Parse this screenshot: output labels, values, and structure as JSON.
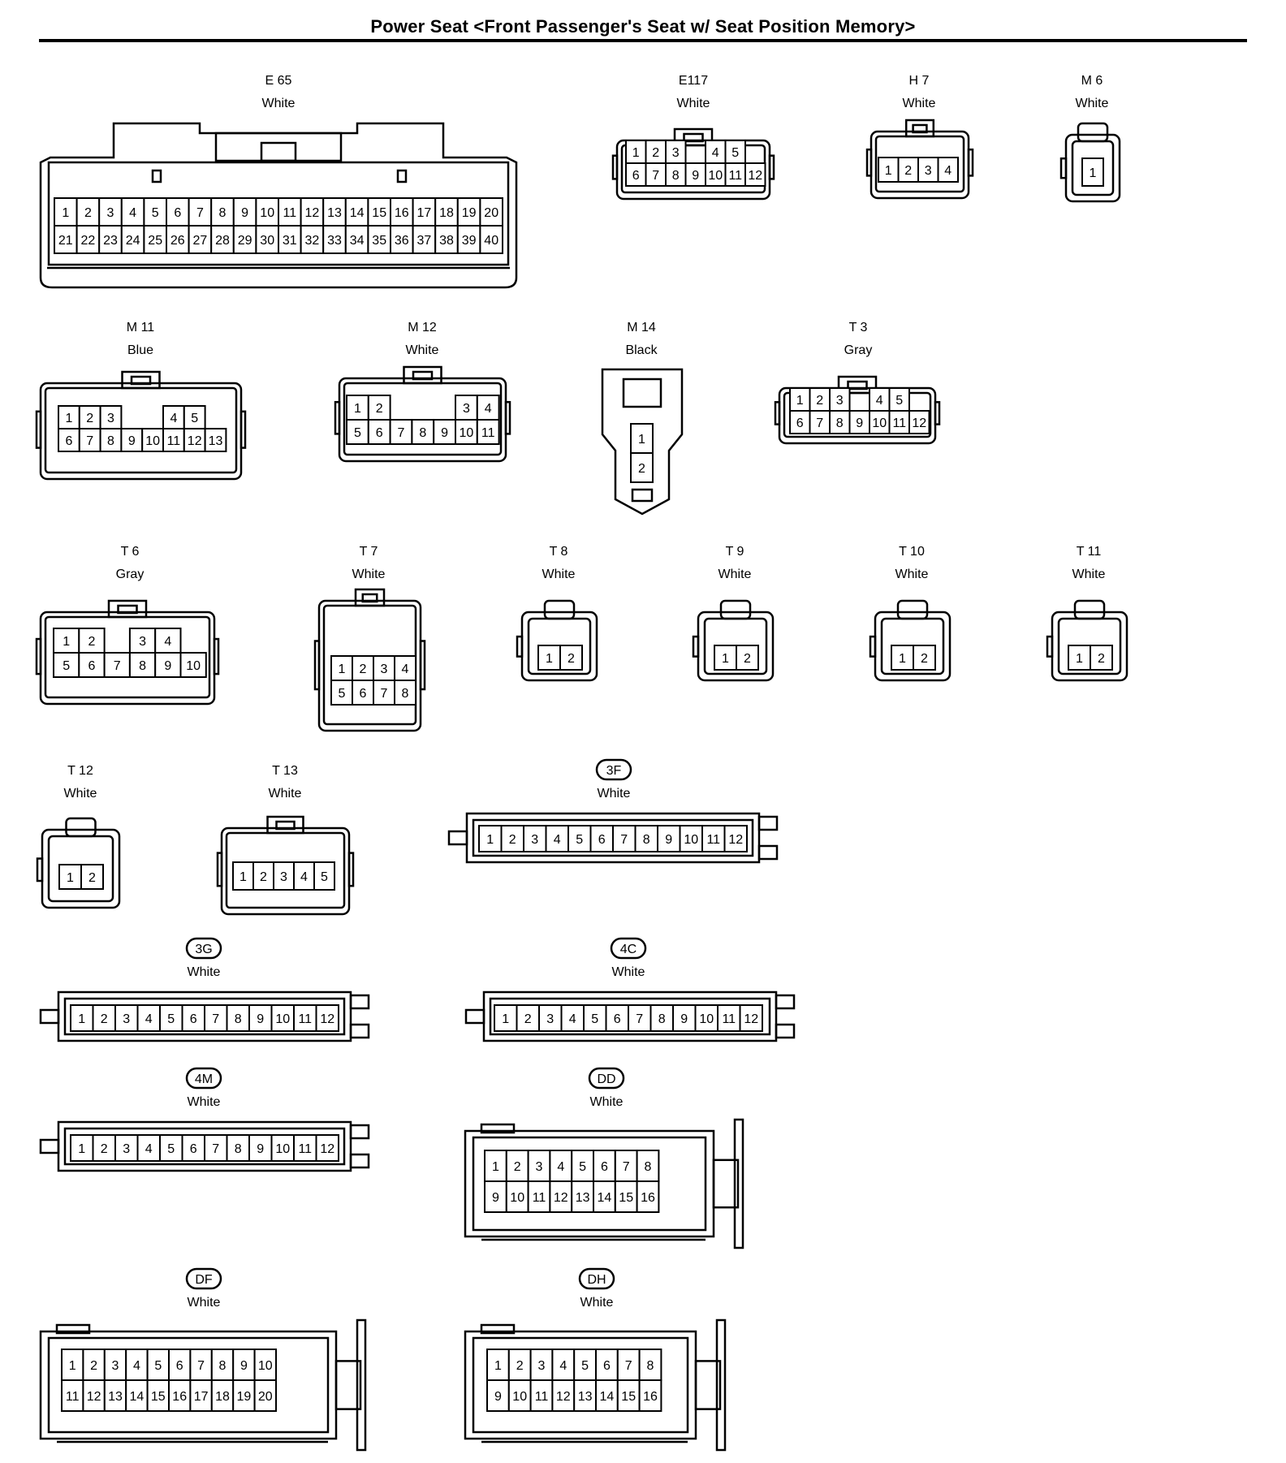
{
  "title": "Power Seat <Front Passenger's Seat w/ Seat Position Memory>",
  "connectors": [
    {
      "id": "E 65",
      "color": "White",
      "style": "big",
      "oval": false,
      "rows": [
        [
          "1",
          "2",
          "3",
          "4",
          "5",
          "6",
          "7",
          "8",
          "9",
          "10",
          "11",
          "12",
          "13",
          "14",
          "15",
          "16",
          "17",
          "18",
          "19",
          "20"
        ],
        [
          "21",
          "22",
          "23",
          "24",
          "25",
          "26",
          "27",
          "28",
          "29",
          "30",
          "31",
          "32",
          "33",
          "34",
          "35",
          "36",
          "37",
          "38",
          "39",
          "40"
        ]
      ]
    },
    {
      "id": "E117",
      "color": "White",
      "style": "mid",
      "oval": false,
      "rows": [
        [
          "1",
          "2",
          "3",
          "",
          "4",
          "5"
        ],
        [
          "6",
          "7",
          "8",
          "9",
          "10",
          "11",
          "12"
        ]
      ]
    },
    {
      "id": "H 7",
      "color": "White",
      "style": "mid",
      "oval": false,
      "rows": [
        [
          "1",
          "2",
          "3",
          "4"
        ]
      ]
    },
    {
      "id": "M 6",
      "color": "White",
      "style": "small",
      "oval": false,
      "rows": [
        [
          "1"
        ]
      ]
    },
    {
      "id": "M 11",
      "color": "Blue",
      "style": "mid",
      "oval": false,
      "rows": [
        [
          "1",
          "2",
          "3",
          "",
          "",
          "4",
          "5"
        ],
        [
          "6",
          "7",
          "8",
          "9",
          "10",
          "11",
          "12",
          "13"
        ]
      ]
    },
    {
      "id": "M 12",
      "color": "White",
      "style": "mid",
      "oval": false,
      "rows": [
        [
          "1",
          "2",
          "",
          "",
          "",
          "3",
          "4"
        ],
        [
          "5",
          "6",
          "7",
          "8",
          "9",
          "10",
          "11"
        ]
      ]
    },
    {
      "id": "M 14",
      "color": "Black",
      "style": "vertical",
      "oval": false,
      "rows": [
        [
          "1"
        ],
        [
          "2"
        ]
      ]
    },
    {
      "id": "T 3",
      "color": "Gray",
      "style": "mid",
      "oval": false,
      "rows": [
        [
          "1",
          "2",
          "3",
          "",
          "4",
          "5"
        ],
        [
          "6",
          "7",
          "8",
          "9",
          "10",
          "11",
          "12"
        ]
      ]
    },
    {
      "id": "T 6",
      "color": "Gray",
      "style": "mid",
      "oval": false,
      "rows": [
        [
          "1",
          "2",
          "",
          "3",
          "4"
        ],
        [
          "5",
          "6",
          "7",
          "8",
          "9",
          "10"
        ]
      ]
    },
    {
      "id": "T 7",
      "color": "White",
      "style": "mid",
      "oval": false,
      "rows": [
        [
          "1",
          "2",
          "3",
          "4"
        ],
        [
          "5",
          "6",
          "7",
          "8"
        ]
      ]
    },
    {
      "id": "T 8",
      "color": "White",
      "style": "small",
      "oval": false,
      "rows": [
        [
          "1",
          "2"
        ]
      ]
    },
    {
      "id": "T 9",
      "color": "White",
      "style": "small",
      "oval": false,
      "rows": [
        [
          "1",
          "2"
        ]
      ]
    },
    {
      "id": "T 10",
      "color": "White",
      "style": "small",
      "oval": false,
      "rows": [
        [
          "1",
          "2"
        ]
      ]
    },
    {
      "id": "T 11",
      "color": "White",
      "style": "small",
      "oval": false,
      "rows": [
        [
          "1",
          "2"
        ]
      ]
    },
    {
      "id": "T 12",
      "color": "White",
      "style": "small",
      "oval": false,
      "rows": [
        [
          "1",
          "2"
        ]
      ]
    },
    {
      "id": "T 13",
      "color": "White",
      "style": "mid",
      "oval": false,
      "rows": [
        [
          "1",
          "2",
          "3",
          "4",
          "5"
        ]
      ]
    },
    {
      "id": "3F",
      "color": "White",
      "style": "strip",
      "oval": true,
      "rows": [
        [
          "1",
          "2",
          "3",
          "4",
          "5",
          "6",
          "7",
          "8",
          "9",
          "10",
          "11",
          "12"
        ]
      ]
    },
    {
      "id": "3G",
      "color": "White",
      "style": "strip",
      "oval": true,
      "rows": [
        [
          "1",
          "2",
          "3",
          "4",
          "5",
          "6",
          "7",
          "8",
          "9",
          "10",
          "11",
          "12"
        ]
      ]
    },
    {
      "id": "4C",
      "color": "White",
      "style": "strip",
      "oval": true,
      "rows": [
        [
          "1",
          "2",
          "3",
          "4",
          "5",
          "6",
          "7",
          "8",
          "9",
          "10",
          "11",
          "12"
        ]
      ]
    },
    {
      "id": "4M",
      "color": "White",
      "style": "strip",
      "oval": true,
      "rows": [
        [
          "1",
          "2",
          "3",
          "4",
          "5",
          "6",
          "7",
          "8",
          "9",
          "10",
          "11",
          "12"
        ]
      ]
    },
    {
      "id": "DD",
      "color": "White",
      "style": "block",
      "oval": true,
      "rows": [
        [
          "1",
          "2",
          "3",
          "4",
          "5",
          "6",
          "7",
          "8"
        ],
        [
          "9",
          "10",
          "11",
          "12",
          "13",
          "14",
          "15",
          "16"
        ]
      ]
    },
    {
      "id": "DF",
      "color": "White",
      "style": "block",
      "oval": true,
      "rows": [
        [
          "1",
          "2",
          "3",
          "4",
          "5",
          "6",
          "7",
          "8",
          "9",
          "10"
        ],
        [
          "11",
          "12",
          "13",
          "14",
          "15",
          "16",
          "17",
          "18",
          "19",
          "20"
        ]
      ]
    },
    {
      "id": "DH",
      "color": "White",
      "style": "block",
      "oval": true,
      "rows": [
        [
          "1",
          "2",
          "3",
          "4",
          "5",
          "6",
          "7",
          "8"
        ],
        [
          "9",
          "10",
          "11",
          "12",
          "13",
          "14",
          "15",
          "16"
        ]
      ]
    }
  ]
}
